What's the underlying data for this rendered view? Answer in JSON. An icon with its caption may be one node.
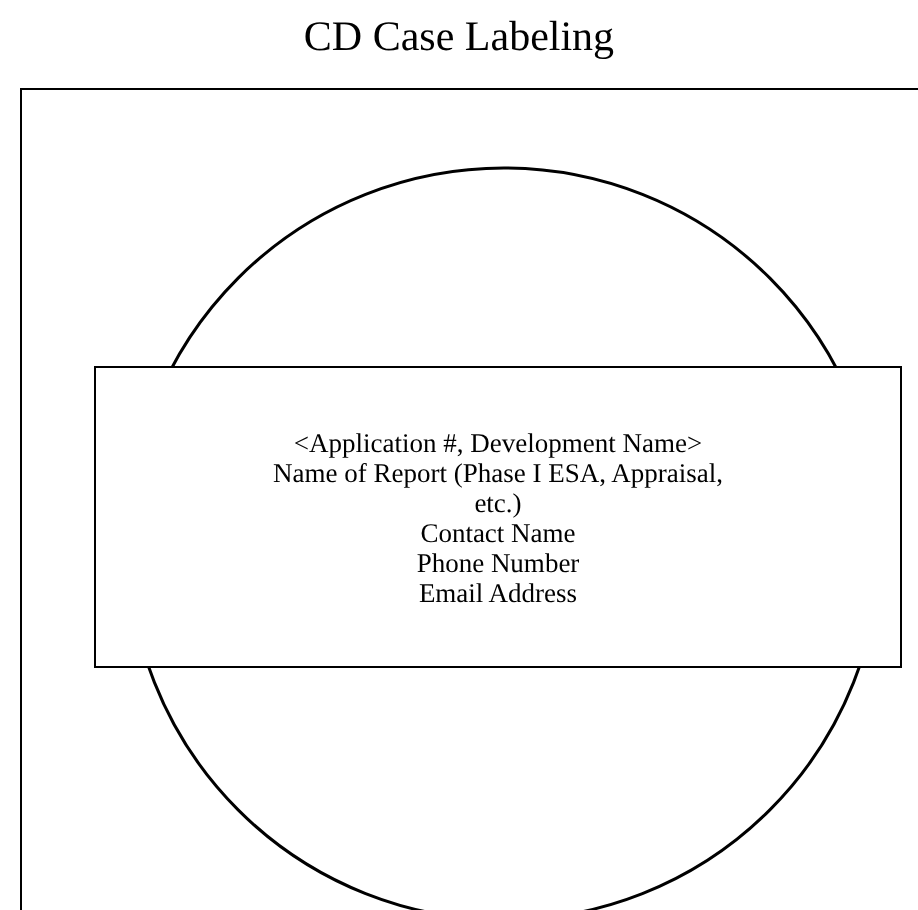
{
  "diagram": {
    "title": "CD Case Labeling",
    "nodes": [
      {
        "text": [],
        "shape": "box"
      },
      {
        "text": [],
        "shape": "circle",
        "in": 0
      },
      {
        "text": [
          "<Application #, Development Name>",
          "Name of Report (Phase I ESA, Appraisal, etc.)",
          "Contact Name",
          "Phone Number",
          "Email Address"
        ],
        "in": 0
      }
    ],
    "edges": []
  }
}
